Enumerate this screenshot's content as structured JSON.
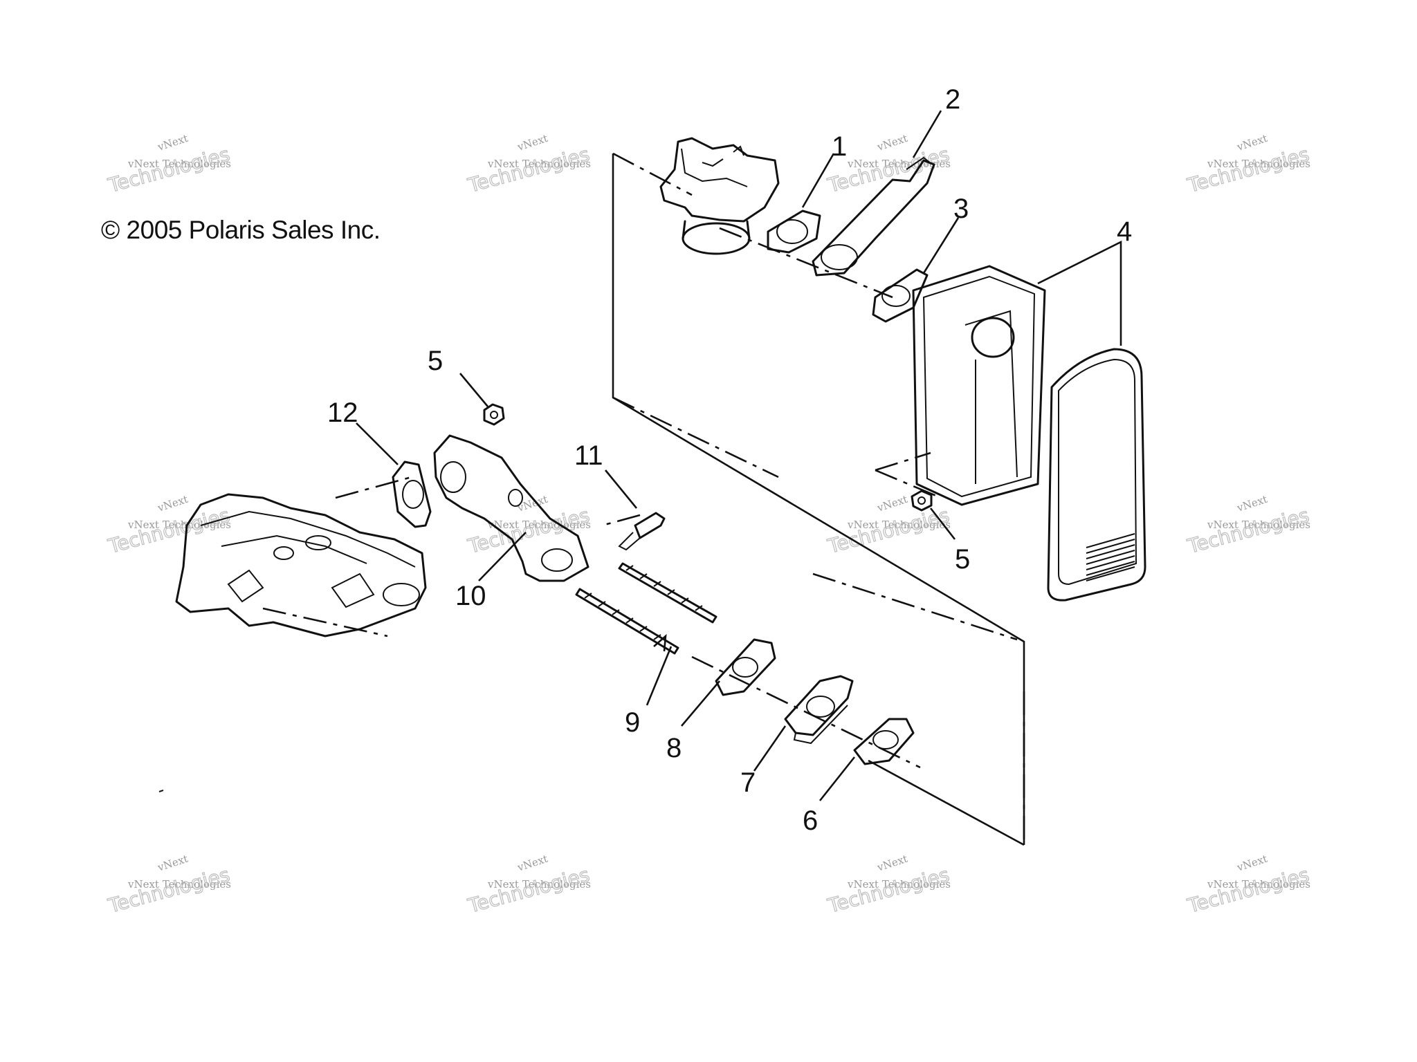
{
  "copyright": "© 2005 Polaris Sales Inc.",
  "watermark": {
    "line1": "vNext",
    "line2": "vNext Technologies",
    "line3": "Technologies"
  },
  "callouts": [
    "1",
    "2",
    "3",
    "4",
    "5",
    "5",
    "6",
    "7",
    "8",
    "9",
    "10",
    "11",
    "12"
  ]
}
